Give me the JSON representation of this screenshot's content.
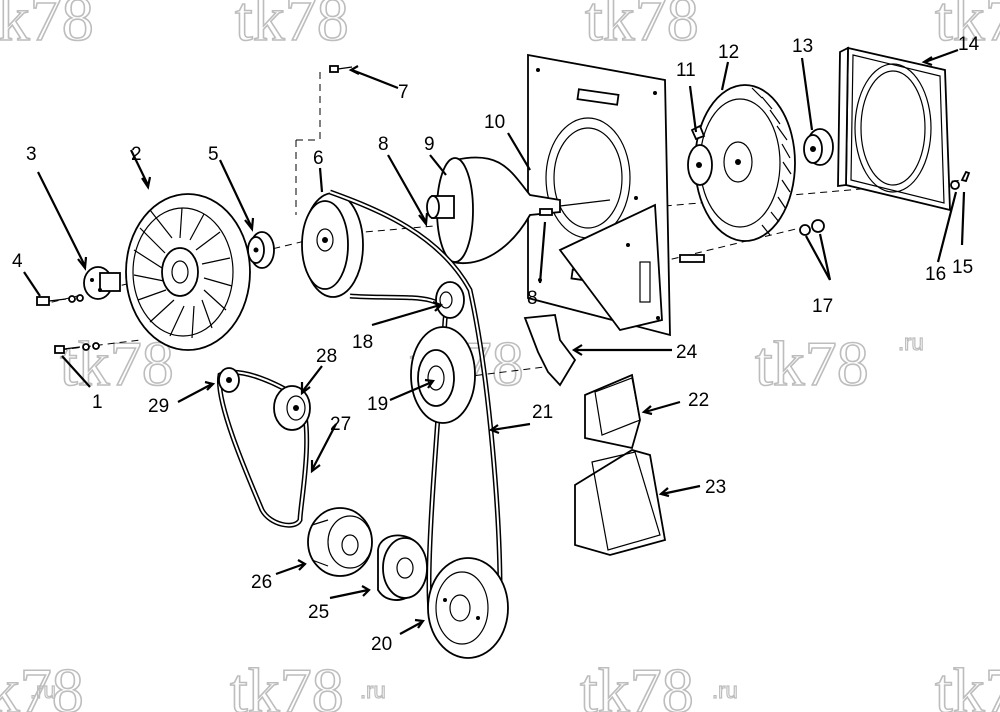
{
  "watermark": {
    "text": "tk78",
    "suffix": ".ru"
  },
  "callouts": {
    "c1": "1",
    "c2": "2",
    "c3": "3",
    "c4": "4",
    "c5": "5",
    "c6": "6",
    "c7": "7",
    "c8a": "8",
    "c8b": "8",
    "c9": "9",
    "c10": "10",
    "c11": "11",
    "c12": "12",
    "c13": "13",
    "c14": "14",
    "c15": "15",
    "c16": "16",
    "c17": "17",
    "c18": "18",
    "c19": "19",
    "c20": "20",
    "c21": "21",
    "c22": "22",
    "c23": "23",
    "c24": "24",
    "c25": "25",
    "c26": "26",
    "c27": "27",
    "c28": "28",
    "c29": "29"
  },
  "colors": {
    "line": "#000000",
    "background": "#ffffff",
    "watermark": "#bdbdbd"
  }
}
